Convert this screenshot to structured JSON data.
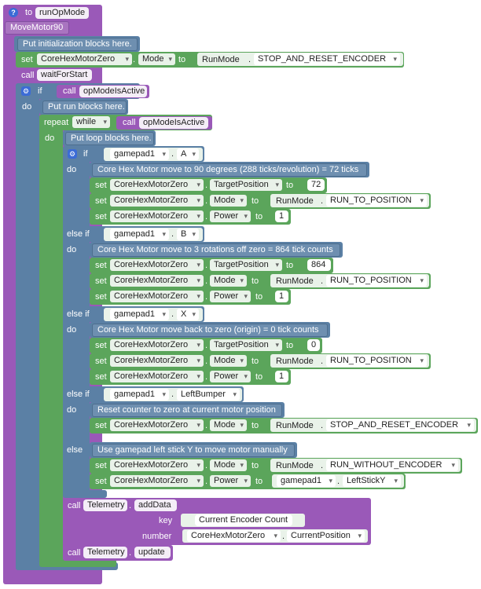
{
  "procedure": {
    "to": "to",
    "name": "runOpMode",
    "comment": "MoveMotor90"
  },
  "init": {
    "comment": "Put initialization blocks here.",
    "set": "set",
    "motor": "CoreHexMotorZero",
    "prop": "Mode",
    "to": "to",
    "enum_type": "RunMode",
    "enum_value": "STOP_AND_RESET_ENCODER"
  },
  "wait": {
    "call": "call",
    "name": "waitForStart"
  },
  "if_active": {
    "if": "if",
    "call": "call",
    "name": "opModeIsActive",
    "do": "do"
  },
  "run": {
    "comment": "Put run blocks here."
  },
  "loop": {
    "repeat": "repeat",
    "mode": "while",
    "call": "call",
    "name": "opModeIsActive",
    "do": "do",
    "comment": "Put loop blocks here."
  },
  "branches": {
    "if": "if",
    "else_if": "else if",
    "else": "else",
    "do": "do",
    "gamepad": "gamepad1",
    "a": "A",
    "b": "B",
    "x": "X",
    "lb": "LeftBumper",
    "c1": "Core Hex Motor move to 90 degrees (288 ticks/revolution) = 72 ticks",
    "c2": "Core Hex Motor move to 3 rotations off zero = 864 tick counts",
    "c3": "Core Hex Motor move back to zero (origin) = 0 tick counts",
    "c4": "Reset counter to zero at current motor position",
    "c5": "Use gamepad left stick Y to move motor manually",
    "set": "set",
    "to": "to",
    "motor": "CoreHexMotorZero",
    "target": "TargetPosition",
    "mode": "Mode",
    "power": "Power",
    "runmode": "RunMode",
    "run_to_position": "RUN_TO_POSITION",
    "stop_reset": "STOP_AND_RESET_ENCODER",
    "run_without": "RUN_WITHOUT_ENCODER",
    "v72": "72",
    "v864": "864",
    "v0": "0",
    "v1": "1",
    "stick": "LeftStickY"
  },
  "telemetry": {
    "call": "call",
    "name": "Telemetry",
    "add": "addData",
    "update": "update",
    "key": "key",
    "key_value": "Current Encoder Count",
    "number": "number",
    "motor": "CoreHexMotorZero",
    "pos": "CurrentPosition"
  }
}
